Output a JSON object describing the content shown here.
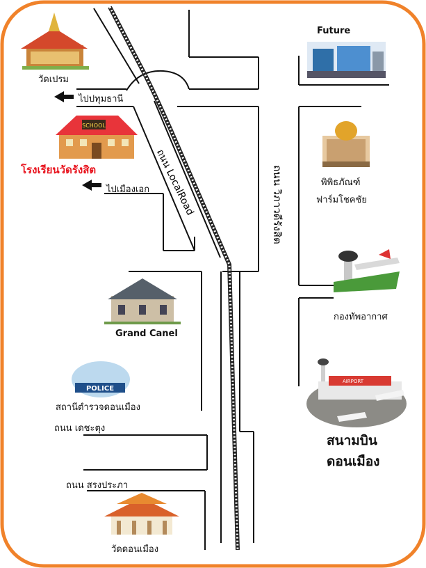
{
  "labels": {
    "wat_prem": "วัดเปรม",
    "future": "Future",
    "to_pathum": "ไปปทุมธานี",
    "school": "โรงเรียนวัดรังสิต",
    "to_muang_ek": "ไปเมืองเอก",
    "local_road": "ถนน LocalRoad",
    "vibhavadi": "ถนน วิภาวดีรังสิต",
    "museum_line1": "พิพิธภัณฑ์",
    "museum_line2": "ฟาร์มโชคชัย",
    "air_force": "กองทัพอากาศ",
    "grand_canel": "Grand Canel",
    "police": "สถานีตำรวจดอนเมือง",
    "police_sign": "POLICE",
    "school_sign": "SCHOOL",
    "airport_sign": "AIRPORT",
    "chet_chatung": "ถนน เดชะตุง",
    "song_prapa": "ถนน สรงประภา",
    "airport_line1": "สนามบิน",
    "airport_line2": "ดอนเมือง",
    "wat_don_mueang": "วัดดอนเมือง"
  },
  "colors": {
    "frame_orange": "#f0822a",
    "road_line": "#111111",
    "rail": "#222222",
    "school_text": "#e8141e"
  },
  "icons": [
    "temple-icon",
    "mall-icon",
    "school-icon",
    "museum-icon",
    "control-tower-icon",
    "mansion-icon",
    "police-station-icon",
    "airport-icon",
    "pavilion-icon",
    "left-arrow-icon"
  ]
}
